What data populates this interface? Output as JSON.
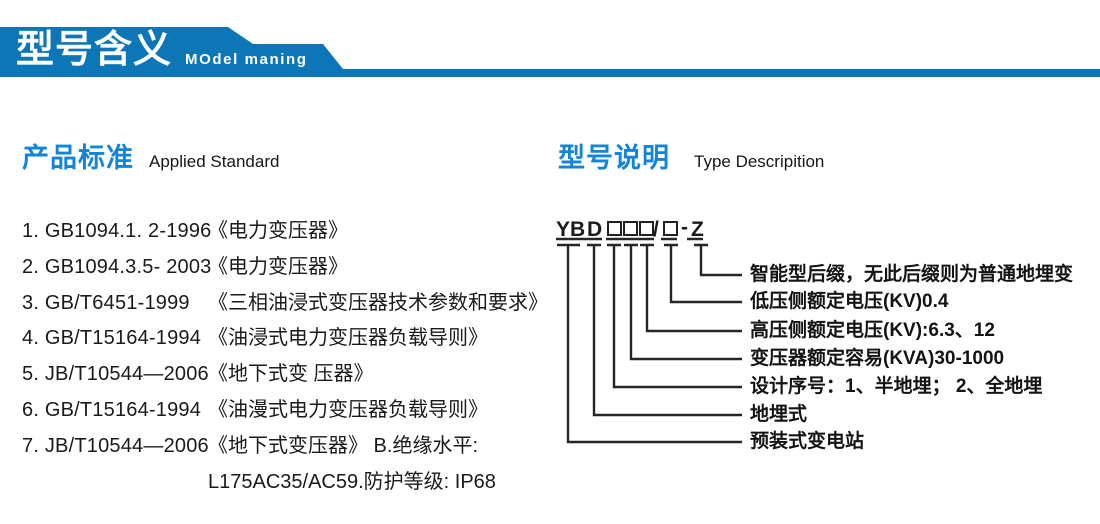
{
  "colors": {
    "band": "#0d76b6",
    "heading": "#1285d8",
    "ink": "#1a1a1a"
  },
  "header": {
    "title": "型号含义",
    "subtitle": "MOdel maning"
  },
  "standards": {
    "title_cn": "产品标准",
    "title_en": "Applied Standard",
    "items": [
      {
        "code": "1. GB1094.1. 2-1996",
        "title": "《电力变压器》"
      },
      {
        "code": "2. GB1094.3.5- 2003",
        "title": "《电力变压器》"
      },
      {
        "code": "3. GB/T6451-1999",
        "title": "《三相油浸式变压器技术参数和要求》"
      },
      {
        "code": "4. GB/T15164-1994",
        "title": "《油浸式电力变压器负载导则》"
      },
      {
        "code": "5. JB/T10544—2006",
        "title": "《地下式变 压器》"
      },
      {
        "code": "6. GB/T15164-1994",
        "title": "《油漫式电力变压器负载导则》"
      },
      {
        "code": "7. JB/T10544—2006",
        "title": "《地下式变压器》 B.绝缘水平:",
        "continuation": "L175AC35/AC59.防护等级: IP68"
      }
    ]
  },
  "model": {
    "title_cn": "型号说明",
    "title_en": "Type Descripition",
    "code": {
      "p1": "YB",
      "p2": "D",
      "slash": "/",
      "dash": "-",
      "suffix": "Z"
    },
    "labels": [
      "智能型后缀，无此后缀则为普通地埋变",
      "低压侧额定电压(KV)0.4",
      "高压侧额定电压(KV):6.3、12",
      "变压器额定容易(KVA)30-1000",
      "设计序号：1、半地埋； 2、全地埋",
      "地埋式",
      "预装式变电站"
    ]
  }
}
